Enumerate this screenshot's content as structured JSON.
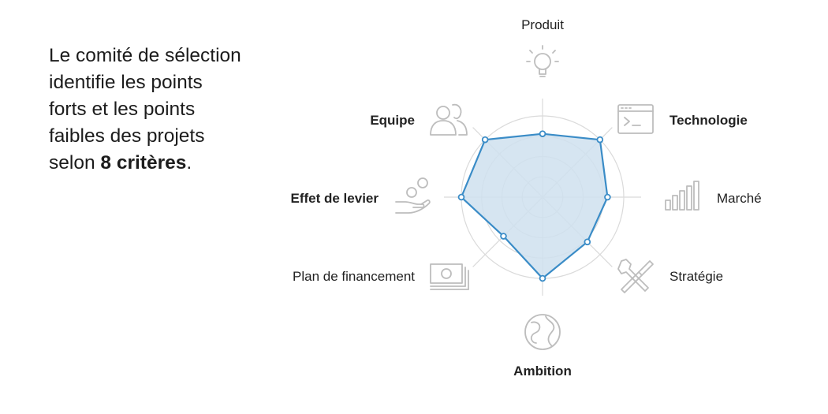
{
  "intro": {
    "line1": "Le comité de sélection",
    "line2": "identifie les points",
    "line3": "forts et les points",
    "line4": "faibles des projets",
    "line5_prefix": "selon ",
    "line5_bold": "8 critères",
    "line5_suffix": "."
  },
  "colors": {
    "polygon_fill": "#cfe0ee",
    "polygon_stroke": "#3a8cc7",
    "grid": "#dadada",
    "icon": "#bdbdbd"
  },
  "chart_data": {
    "type": "radar",
    "categories": [
      "Produit",
      "Technologie",
      "Marché",
      "Stratégie",
      "Ambition",
      "Plan de financement",
      "Effet de levier",
      "Equipe"
    ],
    "bold_categories": [
      "Technologie",
      "Ambition",
      "Effet de levier",
      "Equipe"
    ],
    "icons": [
      "lightbulb-icon",
      "code-window-icon",
      "bar-chart-icon",
      "tools-icon",
      "globe-icon",
      "banknotes-icon",
      "hand-coins-icon",
      "people-icon"
    ],
    "values": [
      0.78,
      1.0,
      0.8,
      0.78,
      1.0,
      0.68,
      1.0,
      1.0
    ],
    "rlim": [
      0,
      1
    ],
    "grid_rings": 4,
    "legend": "none"
  }
}
